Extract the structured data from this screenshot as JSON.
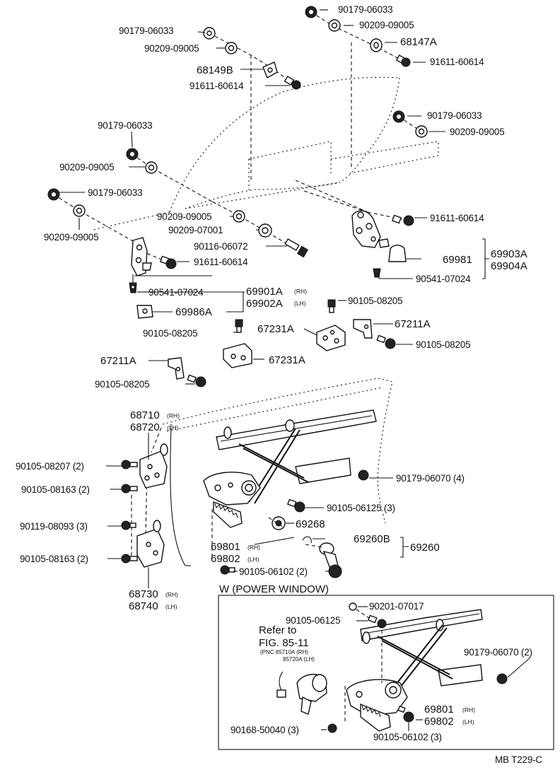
{
  "labels": {
    "p1": "90179-06033",
    "p2": "90209-09005",
    "p3": "68147A",
    "p4": "91611-60614",
    "p5": "90179-06033",
    "p6": "90209-09005",
    "p7": "68149B",
    "p8": "91611-60614",
    "p9": "90179-06033",
    "p10": "90209-09005",
    "p11": "90179-06033",
    "p12": "90209-09005",
    "p13": "90209-09005",
    "p14": "90179-06033",
    "p15": "90209-09005",
    "p16": "90209-09005",
    "p17": "90209-07001",
    "p18": "90116-06072",
    "p19": "91611-60614",
    "p20": "91611-60614",
    "p21": "69981",
    "p22": "69903A",
    "p23": "69904A",
    "p24": "90541-07024",
    "p25": "90541-07024",
    "p26": "69901A",
    "p27": "69902A",
    "p28": "69986A",
    "p29": "90105-08205",
    "p30": "90105-08205",
    "p31": "67231A",
    "p32": "67211A",
    "p33": "90105-08205",
    "p34": "67231A",
    "p35": "67211A",
    "p36": "90105-08205",
    "p37": "68710",
    "p38": "68720",
    "p39": "90105-08207 (2)",
    "p40": "90105-08163 (2)",
    "p41": "90119-08093 (3)",
    "p42": "90105-08163 (2)",
    "p43": "90179-06070 (4)",
    "p44": "90105-06125 (3)",
    "p45": "69268",
    "p46": "69260B",
    "p47": "69260",
    "p48": "69801",
    "p49": "69802",
    "p50": "90105-06102 (2)",
    "p51": "68730",
    "p52": "68740",
    "title_w": "W (POWER WINDOW)",
    "p53": "90201-07017",
    "p54": "90105-06125",
    "p55": "Refer to",
    "p56": "FIG. 85-11",
    "p57": "(PNC 85710A (RH)",
    "p58": "85720A (LH)",
    "p59": "90179-06070 (2)",
    "p60": "69801",
    "p61": "69802",
    "p62": "90168-50040 (3)",
    "p63": "90105-06102 (3)",
    "footer": "MB T229-C"
  },
  "sides": {
    "rh": "(RH)",
    "lh": "(LH)"
  }
}
